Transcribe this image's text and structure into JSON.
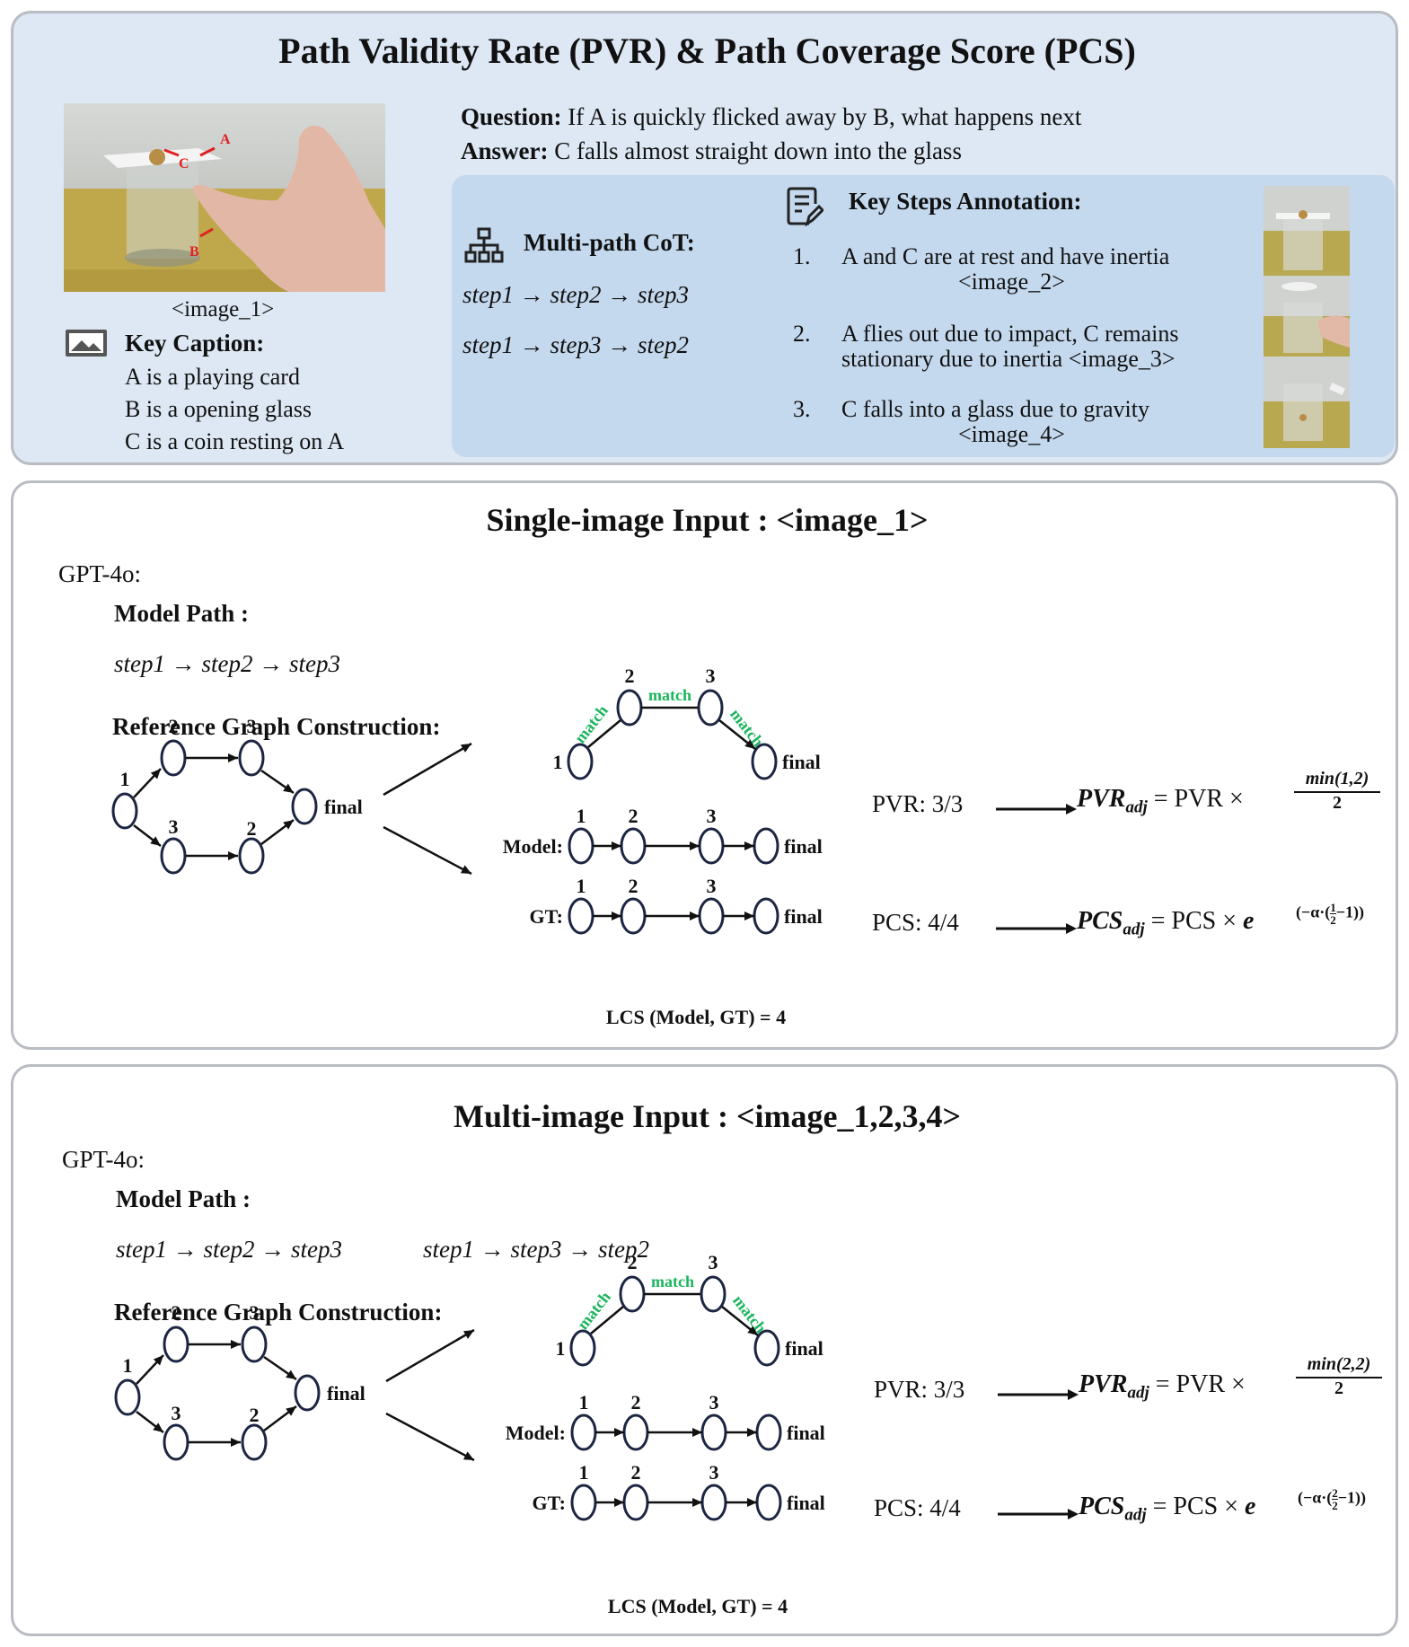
{
  "top": {
    "title": "Path Validity Rate (PVR) & Path Coverage Score (PCS)",
    "image_tag": "<image_1>",
    "photo_labels": {
      "a": "A",
      "b": "B",
      "c": "C"
    },
    "key_caption": {
      "heading": "Key Caption:",
      "lines": [
        "A is a playing card",
        "B is a opening glass",
        "C is a coin resting on A"
      ]
    },
    "question_label": "Question:",
    "question": "If A is quickly flicked away by B, what happens next",
    "answer_label": "Answer:",
    "answer": "C falls almost straight down into the glass",
    "multipath": {
      "heading": "Multi-path CoT:",
      "paths": [
        "step1 → step2 → step3",
        "step1 → step3 → step2"
      ]
    },
    "key_steps": {
      "heading": "Key Steps Annotation:",
      "items": [
        {
          "num": "1.",
          "line1": "A and C are at rest and have inertia",
          "line2": "<image_2>"
        },
        {
          "num": "2.",
          "line1": "A flies out due to impact, C remains",
          "line2": "stationary due to inertia  <image_3>"
        },
        {
          "num": "3.",
          "line1": "C falls into a glass due to gravity",
          "line2": "<image_4>"
        }
      ]
    }
  },
  "single": {
    "title": "Single-image Input :  <image_1>",
    "model_name": "GPT-4o:",
    "model_path_label": "Model Path :",
    "model_paths": [
      "step1 → step2 → step3"
    ],
    "ref_label": "Reference Graph Construction:",
    "pvr": "PVR: 3/3",
    "pcs": "PCS: 4/4",
    "pvr_formula": {
      "lhs": "PVR",
      "sub": "adj",
      "eq": "= PVR ×",
      "num": "min(1,2)",
      "den": "2"
    },
    "pcs_formula": {
      "lhs": "PCS",
      "sub": "adj",
      "eq": "= PCS ×",
      "base": "e",
      "exp_pre": "(−α·(",
      "exp_num": "1",
      "exp_den": "2",
      "exp_post": "−1))"
    },
    "lcs": "LCS (Model, GT) = 4"
  },
  "multi": {
    "title": "Multi-image Input :  <image_1,2,3,4>",
    "model_name": "GPT-4o:",
    "model_path_label": "Model Path :",
    "model_paths": [
      "step1 → step2 → step3",
      "step1 → step3 → step2"
    ],
    "ref_label": "Reference Graph Construction:",
    "pvr": "PVR: 3/3",
    "pcs": "PCS: 4/4",
    "pvr_formula": {
      "lhs": "PVR",
      "sub": "adj",
      "eq": "= PVR ×",
      "num": "min(2,2)",
      "den": "2"
    },
    "pcs_formula": {
      "lhs": "PCS",
      "sub": "adj",
      "eq": "= PCS ×",
      "base": "e",
      "exp_pre": "(−α·(",
      "exp_num": "2",
      "exp_den": "2",
      "exp_post": "−1))"
    },
    "lcs": "LCS (Model, GT) = 4"
  },
  "graph": {
    "n1": "1",
    "n2": "2",
    "n3": "3",
    "final": "final",
    "match": "match",
    "model": "Model:",
    "gt": "GT:"
  }
}
